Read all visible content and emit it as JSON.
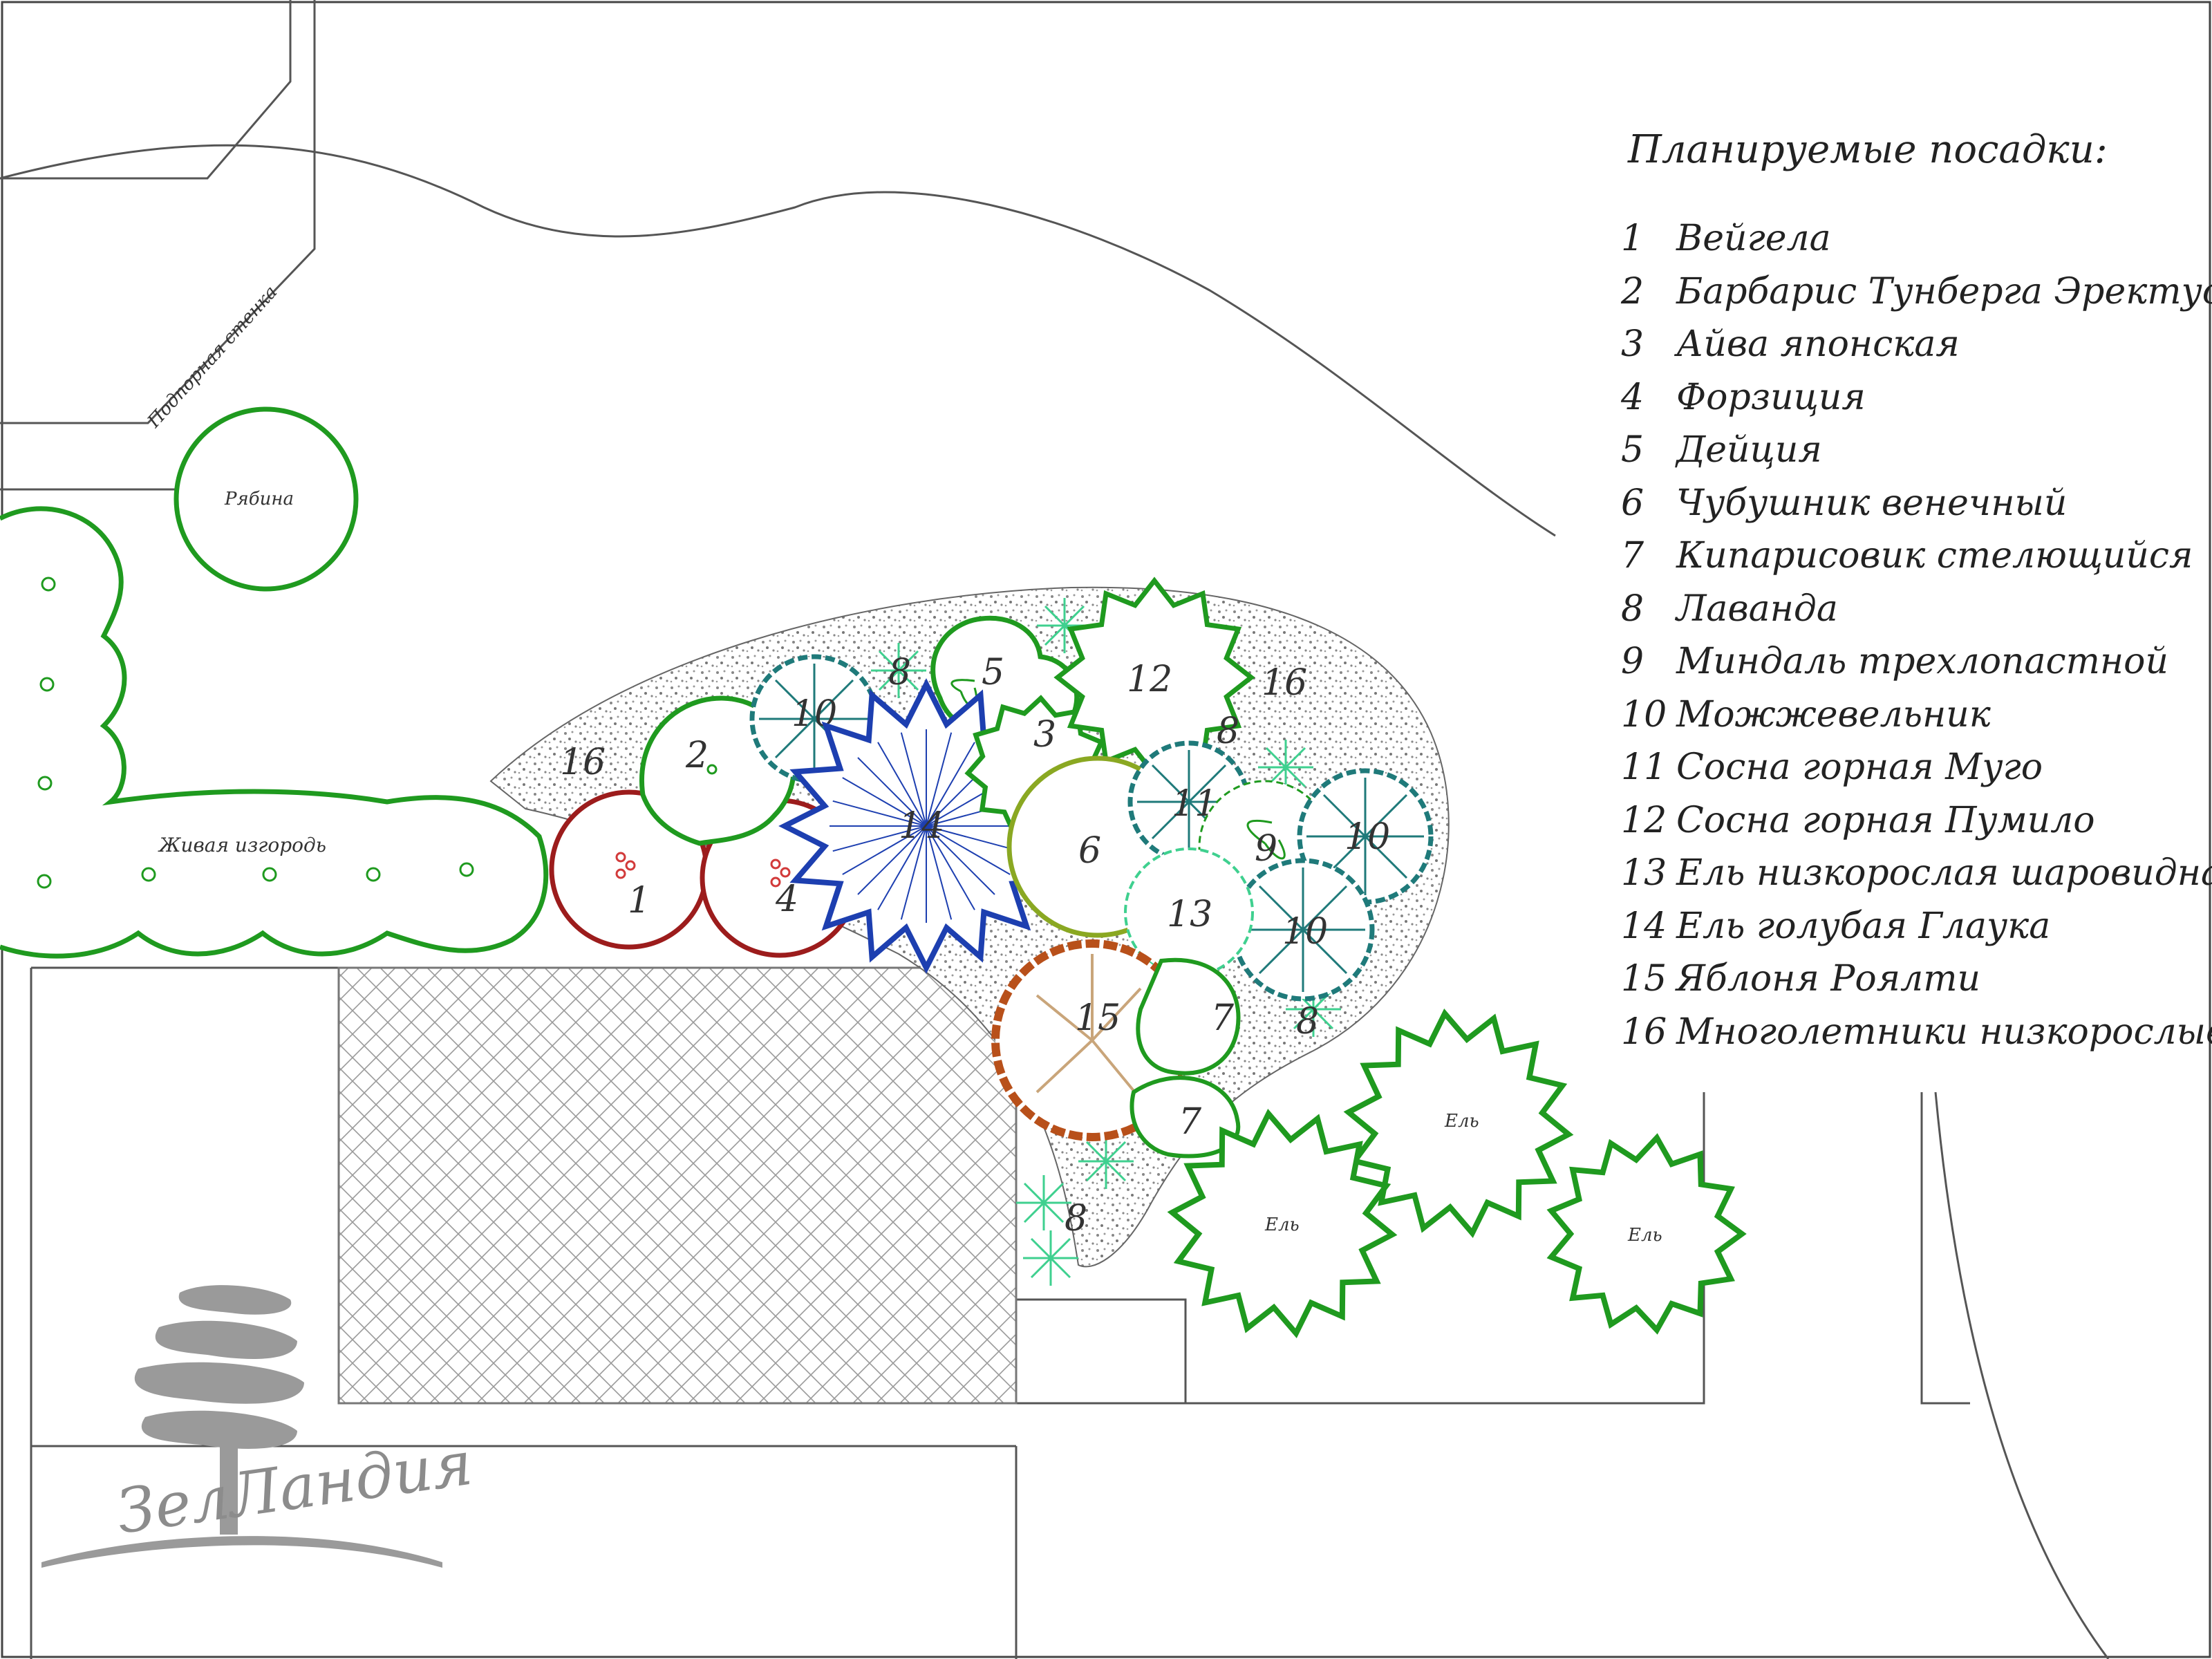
{
  "legend": {
    "title": "Планируемые посадки:",
    "items": [
      {
        "num": "1",
        "name": "Вейгела"
      },
      {
        "num": "2",
        "name": "Барбарис Тунберга Эректус"
      },
      {
        "num": "3",
        "name": "Айва японская"
      },
      {
        "num": "4",
        "name": "Форзиция"
      },
      {
        "num": "5",
        "name": "Дейция"
      },
      {
        "num": "6",
        "name": "Чубушник венечный"
      },
      {
        "num": "7",
        "name": "Кипарисовик стелющийся"
      },
      {
        "num": "8",
        "name": "Лаванда"
      },
      {
        "num": "9",
        "name": "Миндаль трехлопастной"
      },
      {
        "num": "10",
        "name": "Можжевельник"
      },
      {
        "num": "11",
        "name": "Сосна горная Муго"
      },
      {
        "num": "12",
        "name": "Сосна горная Пумило"
      },
      {
        "num": "13",
        "name": "Ель низкорослая шаровидная"
      },
      {
        "num": "14",
        "name": "Ель голубая Глаука"
      },
      {
        "num": "15",
        "name": "Яблоня Роялти"
      },
      {
        "num": "16",
        "name": "Многолетники низкорослые"
      }
    ]
  },
  "labels": {
    "path": "Подпорная стенка",
    "hedge": "Живая изгородь",
    "round_tree": "Рябина",
    "spruce": "Ель"
  },
  "plant_numbers": {
    "n1": "1",
    "n2": "2",
    "n3": "3",
    "n4": "4",
    "n5": "5",
    "n6": "6",
    "n7a": "7",
    "n7b": "7",
    "n8a": "8",
    "n8b": "8",
    "n8c": "8",
    "n8d": "8",
    "n9": "9",
    "n10a": "10",
    "n10b": "10",
    "n10c": "10",
    "n11": "11",
    "n12": "12",
    "n13": "13",
    "n14": "14",
    "n15": "15",
    "n16a": "16",
    "n16b": "16"
  },
  "logo": {
    "text": "ЗелЛандия"
  },
  "colors": {
    "green": "#1f9a1f",
    "dark_red": "#9c1c1c",
    "blue": "#1d3fb0",
    "teal": "#1f7a7a",
    "olive": "#8aa822",
    "rust": "#b8501a",
    "mint": "#3fd08f",
    "gravel": "#7a7a7a",
    "logo_gray": "#9a9a9a"
  }
}
